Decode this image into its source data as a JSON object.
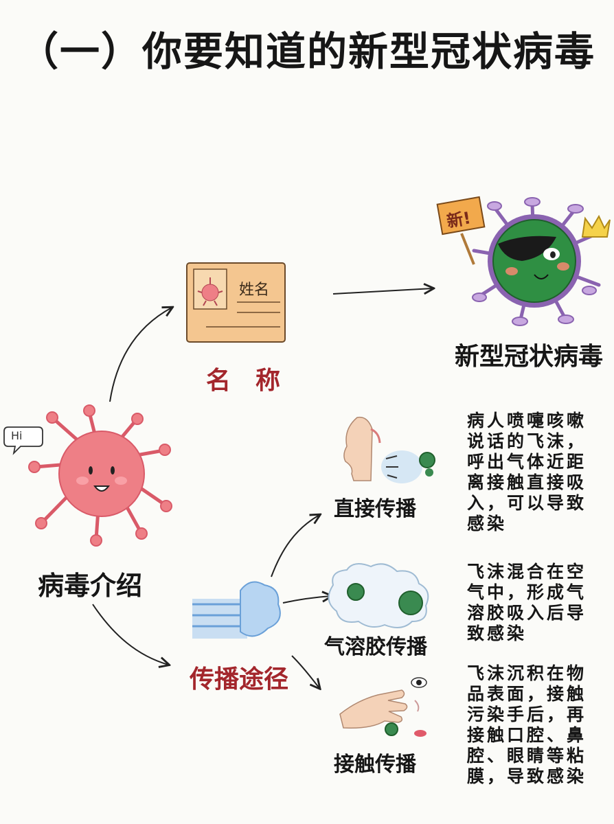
{
  "title": "（一）你要知道的新型冠状病毒",
  "card": {
    "name_field": "姓名"
  },
  "labels": {
    "name": "名　称",
    "new_virus": "新型冠状病毒",
    "intro": "病毒介绍",
    "routes": "传播途径",
    "direct": "直接传播",
    "aerosol": "气溶胶传播",
    "contact": "接触传播"
  },
  "virus_speech": "Hi",
  "sign_text": "新!",
  "descriptions": {
    "direct": "病人喷嚏咳嗽说话的飞沫，呼出气体近距离接触直接吸入，可以导致感染",
    "aerosol": "飞沫混合在空气中，形成气溶胶吸入后导致感染",
    "contact": "飞沫沉积在物品表面，接触污染手后，再接触口腔、鼻腔、眼睛等粘膜，导致感染"
  },
  "colors": {
    "accent_red": "#a3262c",
    "pink_virus": "#ee7f86",
    "green_virus": "#2f8f43",
    "purple_spike": "#8a63b0",
    "card_orange": "#f4c690"
  }
}
